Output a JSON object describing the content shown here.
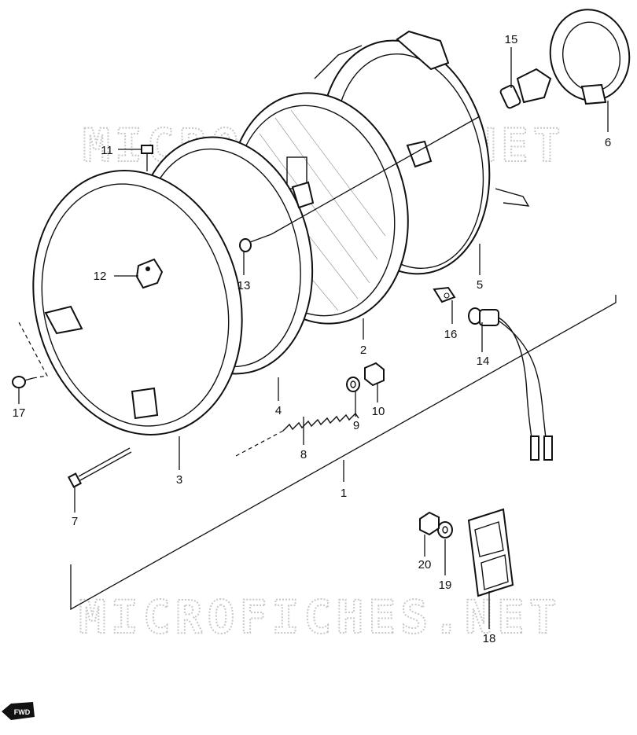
{
  "watermark": {
    "text": "MICROFICHES.NET"
  },
  "fwd_badge": {
    "text": "FWD"
  },
  "callouts": [
    {
      "id": "callout-1",
      "label": "1"
    },
    {
      "id": "callout-2",
      "label": "2"
    },
    {
      "id": "callout-3",
      "label": "3"
    },
    {
      "id": "callout-4",
      "label": "4"
    },
    {
      "id": "callout-5",
      "label": "5"
    },
    {
      "id": "callout-6",
      "label": "6"
    },
    {
      "id": "callout-7",
      "label": "7"
    },
    {
      "id": "callout-8",
      "label": "8"
    },
    {
      "id": "callout-9",
      "label": "9"
    },
    {
      "id": "callout-10",
      "label": "10"
    },
    {
      "id": "callout-11",
      "label": "11"
    },
    {
      "id": "callout-12",
      "label": "12"
    },
    {
      "id": "callout-13",
      "label": "13"
    },
    {
      "id": "callout-14",
      "label": "14"
    },
    {
      "id": "callout-15",
      "label": "15"
    },
    {
      "id": "callout-16",
      "label": "16"
    },
    {
      "id": "callout-17",
      "label": "17"
    },
    {
      "id": "callout-18",
      "label": "18"
    },
    {
      "id": "callout-19",
      "label": "19"
    },
    {
      "id": "callout-20",
      "label": "20"
    }
  ]
}
